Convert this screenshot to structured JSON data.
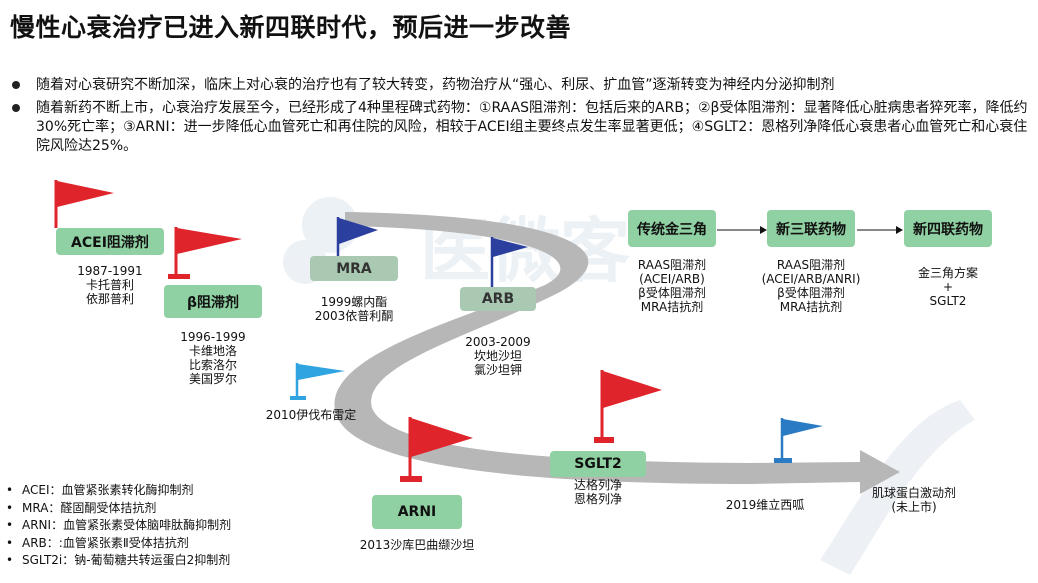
{
  "title": "慢性心衰治疗已进入新四联时代，预后进一步改善",
  "bullets": [
    "随着对心衰研究不断加深，临床上对心衰的治疗也有了较大转变，药物治疗从“强心、利尿、扩血管”逐渐转变为神经内分泌抑制剂",
    "随着新药不断上市，心衰治疗发展至今，已经形成了4种里程碑式药物：①RAAS阻滞剂：包括后来的ARB；②β受体阻滞剂：显著降低心脏病患者猝死率，降低约30%死亡率；③ARNI：进一步降低心血管死亡和再住院的风险，相较于ACEI组主要终点发生率显著更低；④SGLT2：恩格列净降低心衰患者心血管死亡和心衰住院风险达25%。"
  ],
  "milestones": {
    "acei": {
      "label": "ACEI阻滞剂",
      "note": [
        "1987-1991",
        "卡托普利",
        "依那普利"
      ]
    },
    "beta": {
      "label": "β阻滞剂",
      "note": [
        "1996-1999",
        "卡维地洛",
        "比索洛尔",
        "美国罗尔"
      ]
    },
    "mra": {
      "label": "MRA",
      "note": [
        "1999螺内酯",
        "2003依普利酮"
      ]
    },
    "arb": {
      "label": "ARB",
      "note": [
        "2003-2009",
        "坎地沙坦",
        "氯沙坦钾"
      ]
    },
    "ivab": {
      "note": "2010伊伐布雷定"
    },
    "arni": {
      "label": "ARNI",
      "note": "2013沙库巴曲缬沙坦"
    },
    "sglt2": {
      "label": "SGLT2",
      "note": [
        "达格列净",
        "恩格列净"
      ]
    },
    "veri": {
      "note": "2019维立西呱"
    },
    "omec": {
      "note": [
        "肌球蛋白激动剂",
        "(未上市)"
      ]
    }
  },
  "eras": [
    {
      "label": "传统金三角",
      "items": [
        "RAAS阻滞剂",
        "(ACEI/ARB)",
        "β受体阻滞剂",
        "MRA拮抗剂"
      ]
    },
    {
      "label": "新三联药物",
      "items": [
        "RAAS阻滞剂",
        "(ACEI/ARB/ANRI)",
        "β受体阻滞剂",
        "MRA拮抗剂"
      ]
    },
    {
      "label": "新四联药物",
      "items": [
        "金三角方案",
        "+",
        "SGLT2"
      ]
    }
  ],
  "legend": [
    "ACEI：血管紧张素转化酶抑制剂",
    "MRA：醛固酮受体拮抗剂",
    "ARNI：血管紧张素受体脑啡肽酶抑制剂",
    "ARB：:血管紧张素Ⅱ受体拮抗剂",
    "SGLT2i：钠-葡萄糖共转运蛋白2抑制剂"
  ],
  "colors": {
    "flag_red": "#e0242b",
    "flag_blue": "#2b3f9e",
    "flag_light_blue": "#2fa4e0",
    "box_green": "#8fd1a2",
    "arrow_grey": "#b5b5b5"
  },
  "watermark": "医微客"
}
